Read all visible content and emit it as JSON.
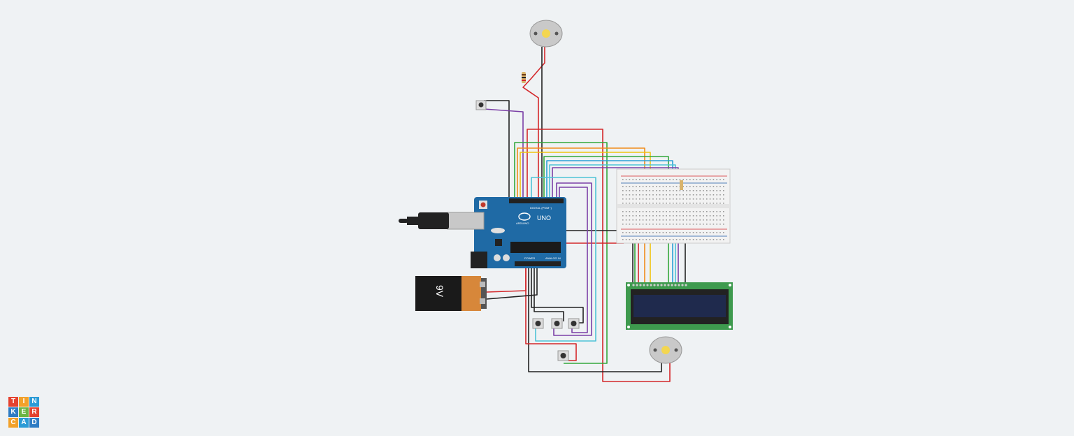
{
  "app": {
    "logo_letters": [
      "T",
      "I",
      "N",
      "K",
      "E",
      "R",
      "C",
      "A",
      "D"
    ],
    "logo_colors": [
      "#e5422f",
      "#f2a12a",
      "#2b9bd6",
      "#2e7cc4",
      "#6cb544",
      "#e5422f",
      "#f2a12a",
      "#2b9bd6",
      "#2e7cc4"
    ]
  },
  "components": {
    "battery_label": "9V",
    "arduino_model": "UNO",
    "arduino_brand": "ARDUINO",
    "arduino_digital_label": "DIGITAL (PWM~)",
    "arduino_power_label": "POWER",
    "arduino_analog_label": "ANALOG IN"
  },
  "colors": {
    "red": "#d4272a",
    "black": "#222222",
    "green": "#34a83b",
    "yellow": "#f1c40f",
    "orange": "#f08c1a",
    "blue": "#2a9fd6",
    "purple": "#7b3fa6",
    "cyan": "#4fc3d6",
    "arduino": "#1f6aa5",
    "lcd_board": "#3e9a4e",
    "lcd_screen": "#1f2a4d"
  }
}
